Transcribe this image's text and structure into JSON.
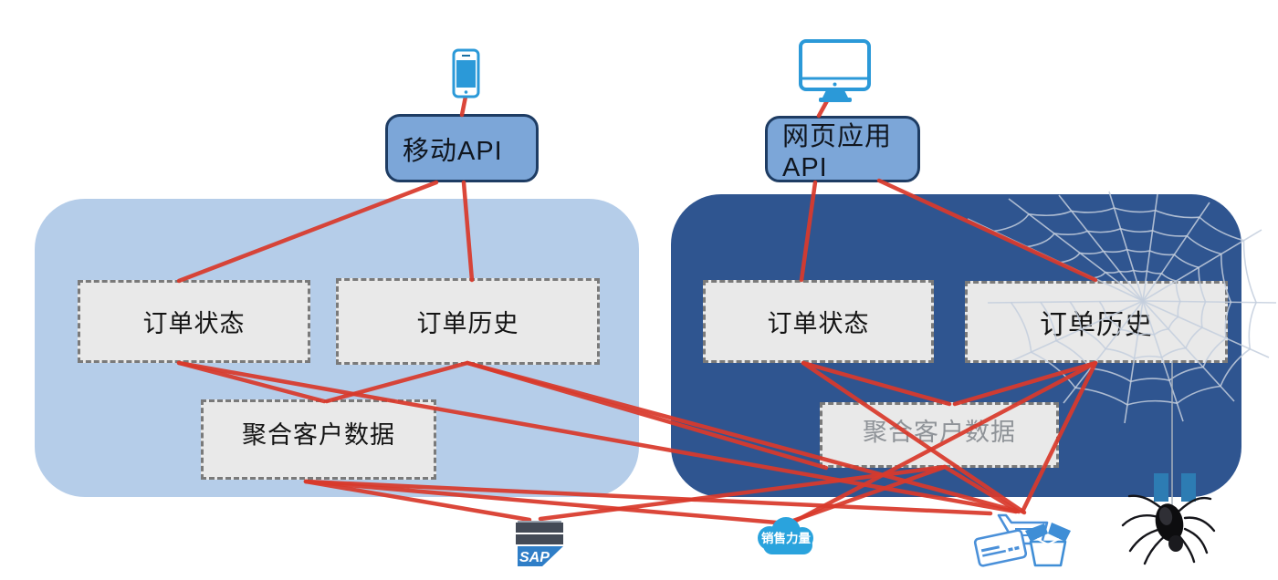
{
  "api_boxes": {
    "mobile": {
      "label": "移动API"
    },
    "web": {
      "label": "网页应用API"
    }
  },
  "left_container": {
    "order_status": "订单状态",
    "order_history": "订单历史",
    "aggregate": "聚合客户数据"
  },
  "right_container": {
    "order_status": "订单状态",
    "order_history": "订单历史",
    "aggregate": "聚合客户数据"
  },
  "bottom_icons": {
    "sap_label": "SAP",
    "salesforce_label": "销售力量",
    "cart_icon": "shopping-cart-icon",
    "card_icon": "credit-card-icon",
    "box_icon": "package-box-icon",
    "spider_icon": "spider-icon",
    "web_icon": "spider-web-icon"
  },
  "device_icons": {
    "phone": "smartphone-icon",
    "desktop": "desktop-monitor-icon"
  },
  "colors": {
    "red_link": "#d93a2c",
    "light_container": "#b5cde9",
    "dark_container": "#2f5590",
    "api_box_fill": "#7ca6d8",
    "api_box_border": "#1e3c63",
    "dashed_box_fill": "#e9e9e9",
    "dashed_box_border": "#7a7a7a",
    "device_icon_blue": "#2b99d8",
    "right_aggregate_text": "#8f9398"
  },
  "red_lines": [
    [
      511,
      101,
      506,
      126
    ],
    [
      478,
      200,
      196,
      308
    ],
    [
      508,
      200,
      517,
      307
    ],
    [
      908,
      107,
      897,
      127
    ],
    [
      893,
      200,
      878,
      307
    ],
    [
      963,
      198,
      1200,
      307
    ],
    [
      196,
      398,
      355,
      440
    ],
    [
      512,
      398,
      358,
      440
    ],
    [
      196,
      398,
      1113,
      561
    ],
    [
      512,
      398,
      1116,
      561
    ],
    [
      512,
      398,
      905,
      513
    ],
    [
      335,
      528,
      580,
      570
    ],
    [
      335,
      528,
      862,
      574
    ],
    [
      335,
      528,
      1085,
      563
    ],
    [
      880,
      398,
      1040,
      443
    ],
    [
      1200,
      398,
      1046,
      443
    ],
    [
      1200,
      398,
      868,
      573
    ],
    [
      1200,
      398,
      1120,
      561
    ],
    [
      880,
      398,
      1122,
      562
    ],
    [
      1035,
      512,
      592,
      569
    ],
    [
      1035,
      512,
      866,
      572
    ],
    [
      1035,
      512,
      1114,
      560
    ]
  ]
}
